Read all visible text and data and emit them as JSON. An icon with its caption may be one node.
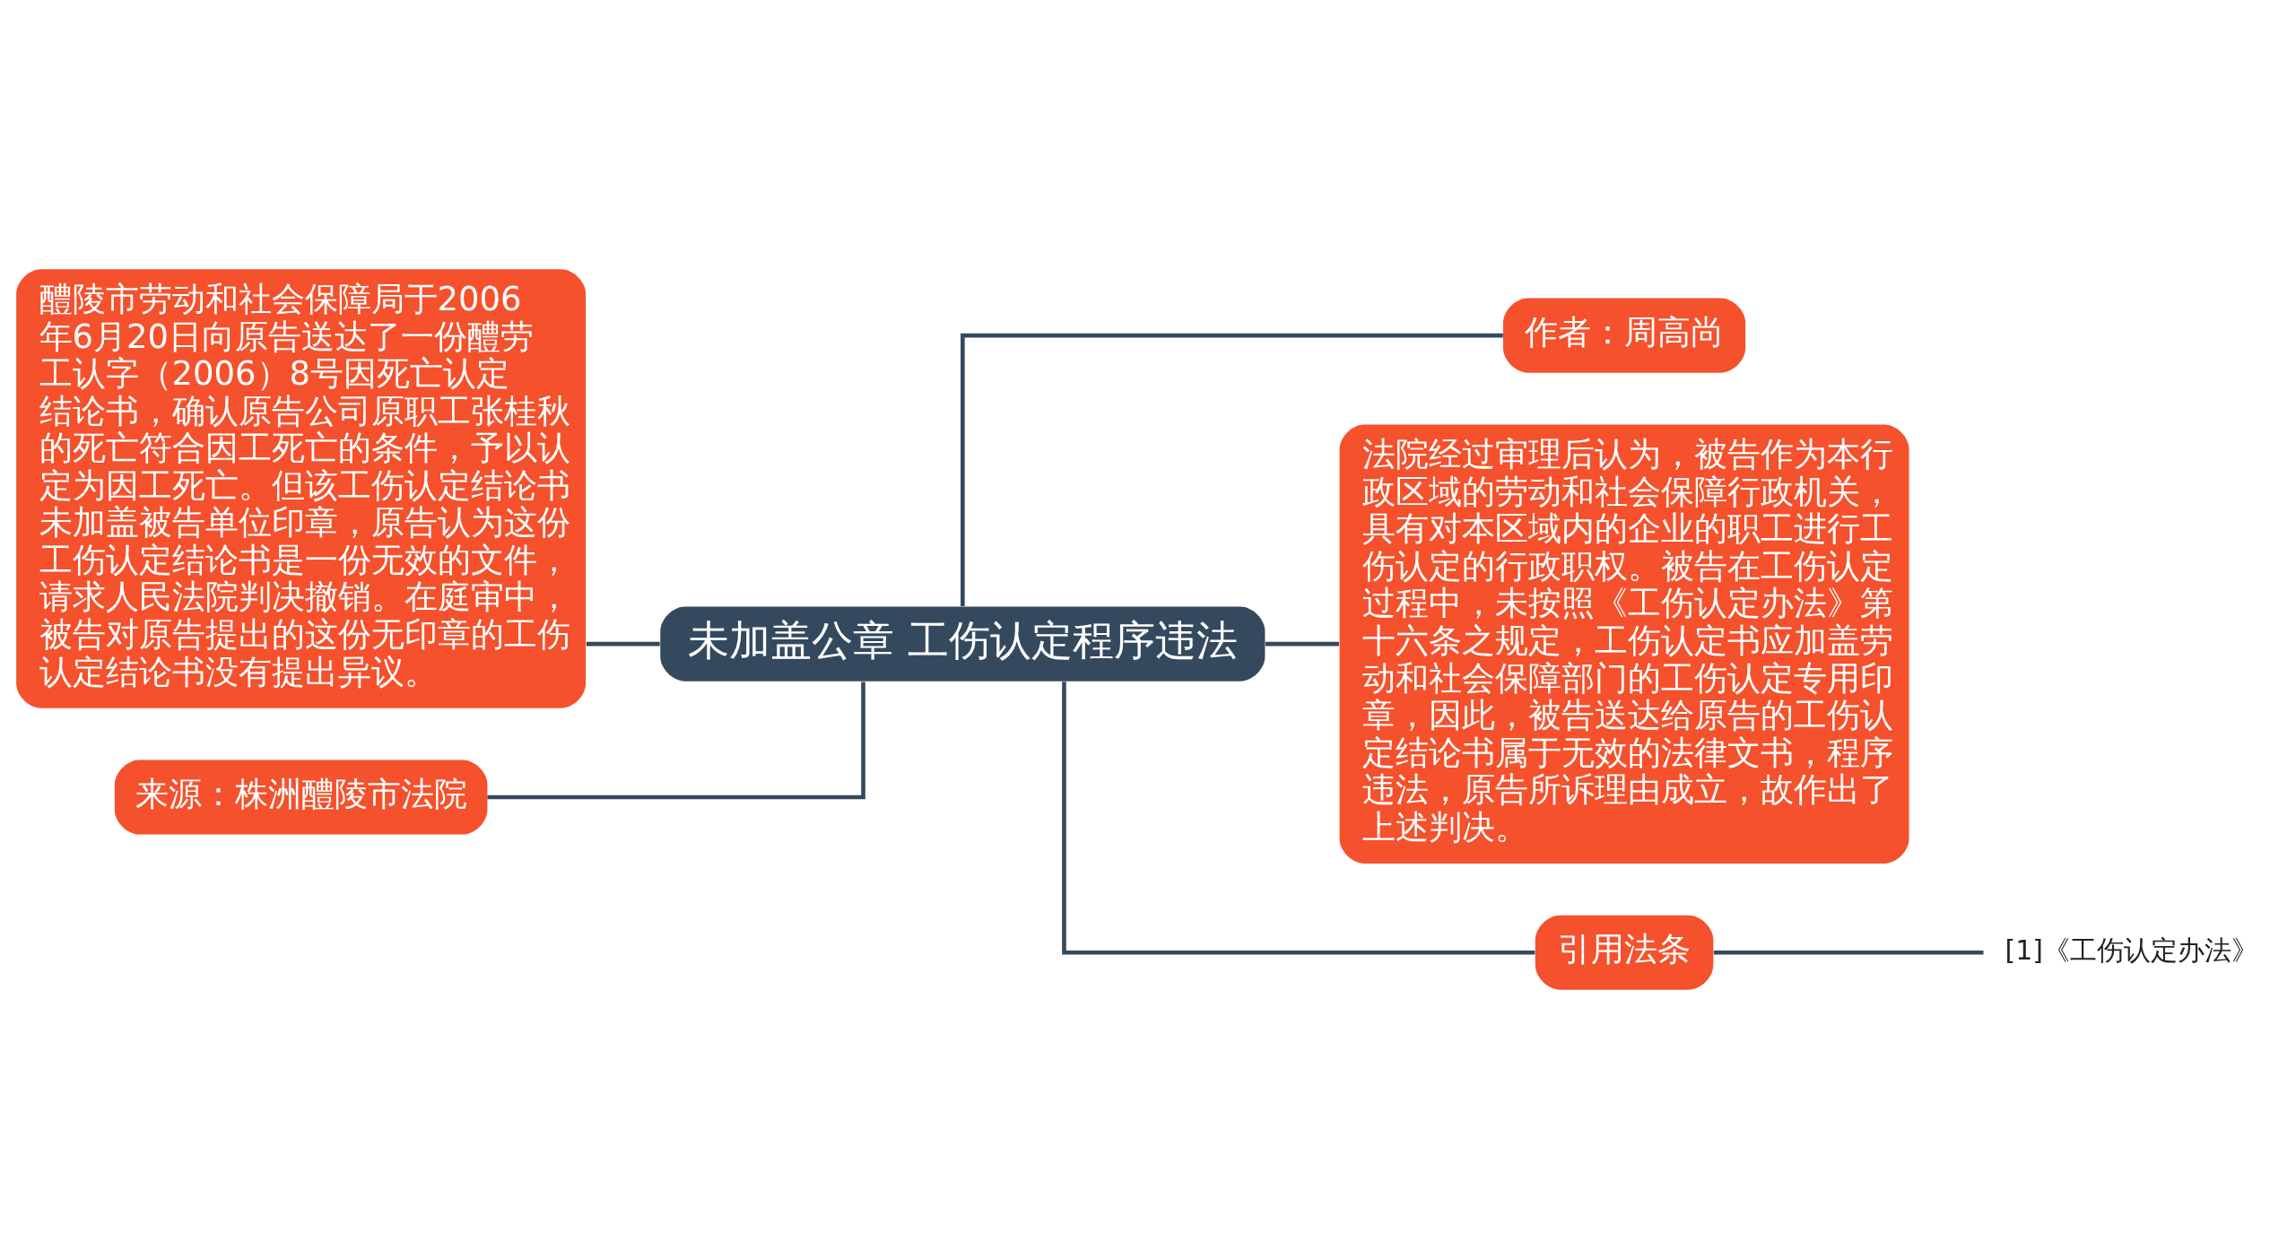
{
  "diagram": {
    "nodes": [
      {
        "text": [
          "未加盖公章 工伤认定程序违法"
        ]
      },
      {
        "text": [
          "醴陵市劳动和社会保障局于2006年6月20日向原告送达了一份醴劳工认字（2006）8号因死亡认定结论书，确认原告公司原职工张桂秋的死亡符合因工死亡的条件，予以认定为因工死亡。但该工伤认定结论书未加盖被告单位印章，原告认为这份工伤认定结论书是一份无效的文件，请求人民法院判决撤销。在庭审中，被告对原告提出的这份无印章的工伤认定结论书没有提出异议。"
        ]
      },
      {
        "text": [
          "来源：株洲醴陵市法院"
        ]
      },
      {
        "text": [
          "作者：周高尚"
        ]
      },
      {
        "text": [
          "法院经过审理后认为，被告作为本行政区域的劳动和社会保障行政机关，具有对本区域内的企业的职工进行工伤认定的行政职权。被告在工伤认定过程中，未按照《工伤认定办法》第十六条之规定，工伤认定书应加盖劳动和社会保障部门的工伤认定专用印章，因此，被告送达给原告的工伤认定结论书属于无效的法律文书，程序违法，原告所诉理由成立，故作出了上述判决。"
        ]
      },
      {
        "text": [
          "引用法条"
        ]
      },
      {
        "text": [
          "[1]《工伤认定办法》"
        ]
      }
    ],
    "edges": [
      {
        "from": 0,
        "to": 1,
        "arrow": "none"
      },
      {
        "from": 0,
        "to": 2,
        "arrow": "none"
      },
      {
        "from": 0,
        "to": 3,
        "arrow": "none"
      },
      {
        "from": 0,
        "to": 4,
        "arrow": "none"
      },
      {
        "from": 0,
        "to": 5,
        "arrow": "none"
      },
      {
        "from": 5,
        "to": 6,
        "arrow": "none"
      }
    ]
  }
}
